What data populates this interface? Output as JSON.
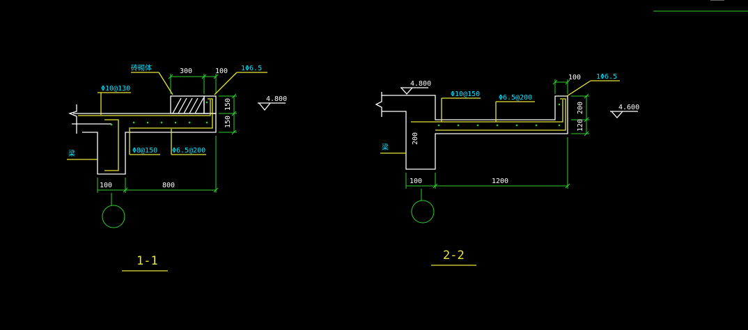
{
  "colors": {
    "background": "#000000",
    "concrete": "#ffffff",
    "rebar": "#e8e838",
    "dimension": "#2fd12f",
    "annotation_text": "#00e5ff",
    "leader": "#e8e838"
  },
  "section_1": {
    "title": "1-1",
    "material_label": "砖砌体",
    "dim_top_300": "300",
    "dim_top_100": "100",
    "dim_right_150_upper": "150",
    "dim_right_150_lower": "150",
    "dim_bottom_100": "100",
    "dim_bottom_800": "800",
    "rebar_top": "Φ10@130",
    "rebar_stirrup": "1Φ6.5",
    "rebar_beam": "Φ8@150",
    "rebar_dist": "Φ6.5@200",
    "elevation": "4.800",
    "beam_label": "梁"
  },
  "section_2": {
    "title": "2-2",
    "elevation_left": "4.800",
    "dim_top_100": "100",
    "rebar_stirrup": "1Φ6.5",
    "rebar_top": "Φ10@150",
    "rebar_dist": "Φ6.5@200",
    "dim_right_200": "200",
    "dim_right_120": "120",
    "elevation_right": "4.600",
    "dim_wall_200": "200",
    "dim_bottom_100": "100",
    "dim_bottom_1200": "1200",
    "beam_label": "梁"
  }
}
